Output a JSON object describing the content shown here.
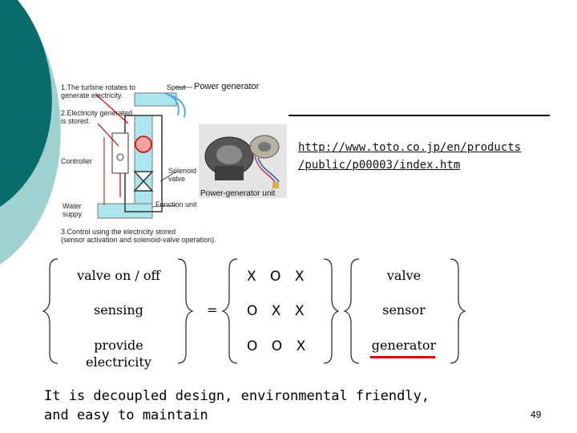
{
  "diagram": {
    "step1": [
      "1.The turbine rotates to",
      "generate electricity."
    ],
    "step2": [
      "2.Electricity generated",
      "is stored."
    ],
    "spout": "Spout",
    "power_generator": "Power generator",
    "controller": "Controller",
    "solenoid": [
      "Solenoid",
      "valve"
    ],
    "water_supply": [
      "Water",
      "suppy"
    ],
    "function_unit": "Function unit",
    "power_generator_unit": "Power-generator unit",
    "step3": [
      "3.Control using the electricity stored",
      "(sensor activation and solenoid-valve operation)."
    ]
  },
  "link": {
    "line1": "http://www.toto.co.jp/en/products",
    "line2": "/public/p00003/index.htm"
  },
  "matrix": {
    "requirements": [
      "valve on / off",
      "sensing",
      "provide electricity"
    ],
    "equals": "=",
    "rows": [
      "X O X",
      "O X X",
      "O O X"
    ],
    "parameters": [
      "valve",
      "sensor",
      "generator"
    ]
  },
  "conclusion": {
    "line1": "It is decoupled design, environmental friendly,",
    "line2": "and easy to maintain"
  },
  "page_number": "49",
  "colors": {
    "teal": "#0a6b6b",
    "light_teal": "#9fd1d1",
    "pipe": "#aee6f0",
    "red": "#e00000"
  }
}
